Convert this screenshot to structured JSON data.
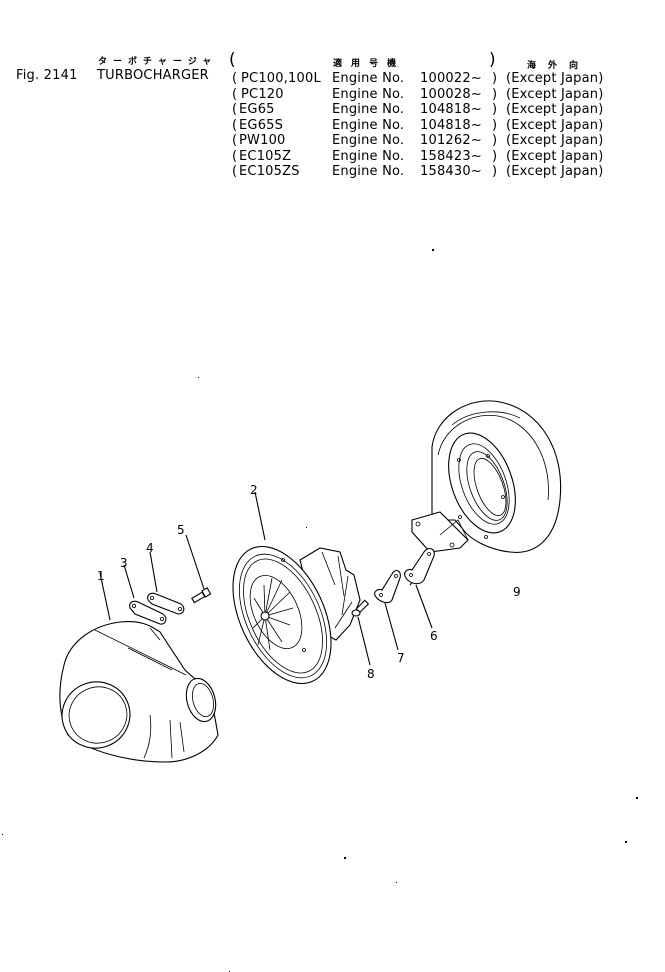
{
  "header": {
    "fig_label": "Fig. 2141",
    "title_katakana": "ターボチャージャ",
    "title": "TURBOCHARGER",
    "applicable_models_heading_jp": "適用号機",
    "overseas_heading_jp": "海外向",
    "rows": [
      {
        "model": "PC100,100L",
        "engine_label": "Engine No.",
        "serial": "100022~",
        "note": "(Except Japan)"
      },
      {
        "model": "PC120",
        "engine_label": "Engine No.",
        "serial": "100028~",
        "note": "(Except Japan)"
      },
      {
        "model": "EG65",
        "engine_label": "Engine No.",
        "serial": "104818~",
        "note": "(Except Japan)"
      },
      {
        "model": "EG65S",
        "engine_label": "Engine No.",
        "serial": "104818~",
        "note": "(Except Japan)"
      },
      {
        "model": "PW100",
        "engine_label": "Engine No.",
        "serial": "101262~",
        "note": "(Except Japan)"
      },
      {
        "model": "EC105Z",
        "engine_label": "Engine No.",
        "serial": "158423~",
        "note": "(Except Japan)"
      },
      {
        "model": "EC105ZS",
        "engine_label": "Engine No.",
        "serial": "158430~",
        "note": "(Except Japan)"
      }
    ]
  },
  "diagram": {
    "description": "Exploded view of turbocharger assembly",
    "callouts": [
      {
        "id": "1",
        "part": "compressor-housing"
      },
      {
        "id": "2",
        "part": "cartridge-assembly"
      },
      {
        "id": "3",
        "part": "plate"
      },
      {
        "id": "4",
        "part": "plate"
      },
      {
        "id": "5",
        "part": "bolt"
      },
      {
        "id": "6",
        "part": "plate"
      },
      {
        "id": "7",
        "part": "plate"
      },
      {
        "id": "8",
        "part": "bolt"
      },
      {
        "id": "9",
        "part": "turbine-housing"
      }
    ]
  }
}
